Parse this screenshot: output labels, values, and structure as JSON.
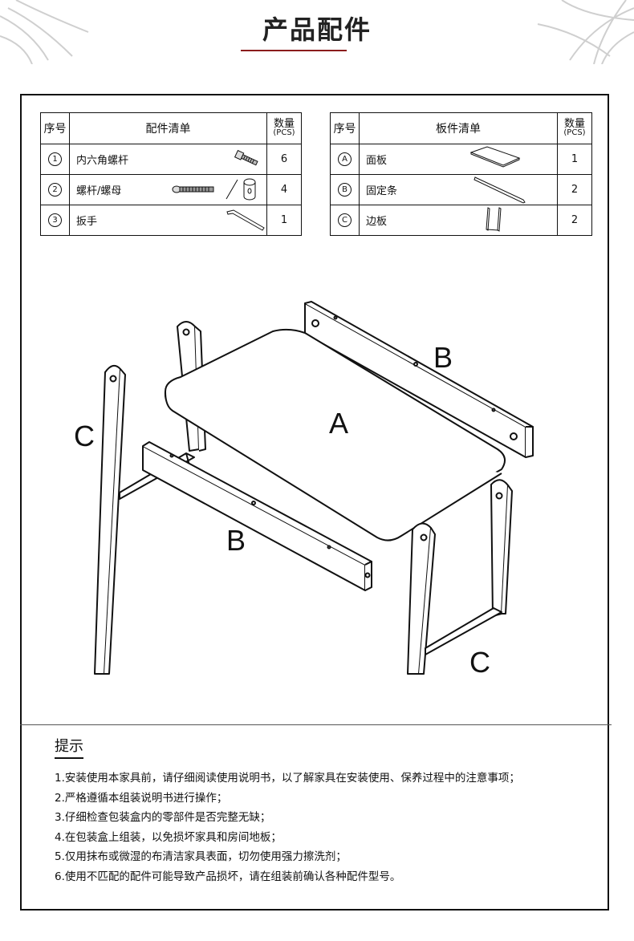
{
  "header": {
    "title": "产品配件"
  },
  "left_table": {
    "col_no": "序号",
    "col_name": "配件清单",
    "col_qty_top": "数量",
    "col_qty_bottom": "(PCS)",
    "rows": [
      {
        "no": "1",
        "name": "内六角螺杆",
        "qty": "6",
        "icon": "bolt-icon"
      },
      {
        "no": "2",
        "name": "螺杆/螺母",
        "qty": "4",
        "icon": "screw-nut-icon"
      },
      {
        "no": "3",
        "name": "扳手",
        "qty": "1",
        "icon": "hex-key-icon"
      }
    ]
  },
  "right_table": {
    "col_no": "序号",
    "col_name": "板件清单",
    "col_qty_top": "数量",
    "col_qty_bottom": "(PCS)",
    "rows": [
      {
        "no": "A",
        "name": "面板",
        "qty": "1",
        "icon": "panel-icon"
      },
      {
        "no": "B",
        "name": "固定条",
        "qty": "2",
        "icon": "bar-icon"
      },
      {
        "no": "C",
        "name": "边板",
        "qty": "2",
        "icon": "side-frame-icon"
      }
    ]
  },
  "diagram_labels": {
    "a": "A",
    "b1": "B",
    "b2": "B",
    "c1": "C",
    "c2": "C"
  },
  "tips": {
    "title": "提示",
    "items": [
      "1.安装使用本家具前，请仔细阅读使用说明书，以了解家具在安装使用、保养过程中的注意事项；",
      "2.严格遵循本组装说明书进行操作；",
      "3.仔细检查包装盒内的零部件是否完整无缺；",
      "4.在包装盒上组装，以免损坏家具和房间地板；",
      "5.仅用抹布或微湿的布清洁家具表面，切勿使用强力擦洗剂；",
      "6.使用不匹配的配件可能导致产品损坏，请在组装前确认各种配件型号。"
    ]
  },
  "colors": {
    "accent": "#8b1c1c",
    "line": "#111111"
  }
}
